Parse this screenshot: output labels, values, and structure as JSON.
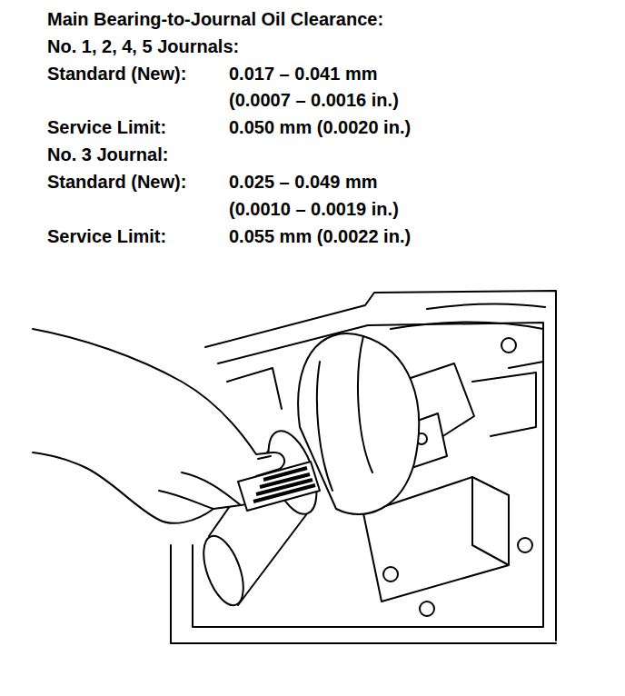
{
  "diagram": {
    "title": "Main Bearing-to-Journal Oil Clearance:",
    "labels": [
      "No. 1, 2, 4, 5 Journals:",
      "Standard (New):",
      "0.017 – 0.041 mm",
      "(0.0007 – 0.0016 in.)",
      "Service Limit:",
      "0.050 mm (0.0020 in.)",
      "No. 3 Journal:",
      "Standard (New):",
      "0.025 – 0.049 mm",
      "(0.0010 – 0.0019 in.)",
      "Service Limit:",
      "0.055 mm (0.0022 in.)"
    ]
  }
}
